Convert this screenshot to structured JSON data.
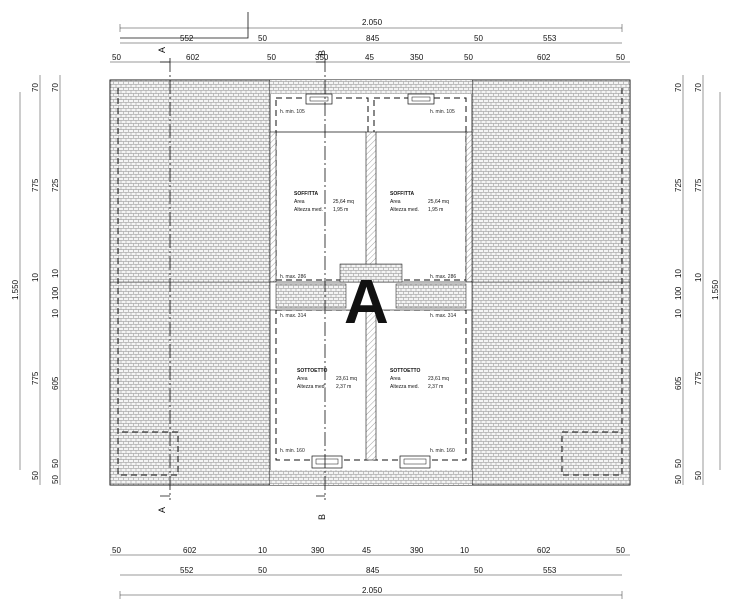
{
  "plan_label": "A",
  "section_labels": {
    "a_top": "A",
    "a_bottom": "A",
    "b_top": "B",
    "b_bottom": "B"
  },
  "top_dims": {
    "row1": [
      "2.050"
    ],
    "row2": [
      "552",
      "50",
      "845",
      "50",
      "553"
    ],
    "row3": [
      "50",
      "602",
      "50",
      "350",
      "45",
      "350",
      "50",
      "602",
      "50"
    ]
  },
  "bottom_dims": {
    "row1": [
      "50",
      "602",
      "10",
      "390",
      "45",
      "390",
      "10",
      "602",
      "50"
    ],
    "row2": [
      "552",
      "50",
      "845",
      "50",
      "553"
    ],
    "row3": [
      "2.050"
    ]
  },
  "left_dims": {
    "outer": [
      "1.550"
    ],
    "middle": [
      "70",
      "775",
      "10",
      "775",
      "50"
    ],
    "inner": [
      "70",
      "725",
      "10",
      "100",
      "10",
      "605",
      "50",
      "50"
    ]
  },
  "right_dims": {
    "outer": [
      "1.550"
    ],
    "middle": [
      "70",
      "775",
      "10",
      "775",
      "50"
    ],
    "inner": [
      "70",
      "725",
      "10",
      "100",
      "10",
      "605",
      "50",
      "50"
    ]
  },
  "rooms": {
    "soffitta_left": {
      "name": "SOFFITTA",
      "area_label": "Area",
      "area_value": "25,64 mq",
      "height_label": "Altezza med.",
      "height_value": "1,95 m"
    },
    "soffitta_right": {
      "name": "SOFFITTA",
      "area_label": "Area",
      "area_value": "25,64 mq",
      "height_label": "Altezza med.",
      "height_value": "1,95 m"
    },
    "sottotetto_left": {
      "name": "SOTTOETTO",
      "area_label": "Area",
      "area_value": "23,61 mq",
      "height_label": "Altezza med.",
      "height_value": "2,37 m"
    },
    "sottotetto_right": {
      "name": "SOTTOETTO",
      "area_label": "Area",
      "area_value": "23,61 mq",
      "height_label": "Altezza med.",
      "height_value": "2,37 m"
    }
  },
  "height_notes": {
    "top_left_min": "h. min. 105",
    "top_right_min": "h. min. 105",
    "mid_left_max_upper": "h. max. 286",
    "mid_right_max_upper": "h. max. 286",
    "mid_left_max_lower": "h. max. 314",
    "mid_right_max_lower": "h. max. 314",
    "bottom_left_min": "h. min. 160",
    "bottom_right_min": "h. min. 160"
  }
}
